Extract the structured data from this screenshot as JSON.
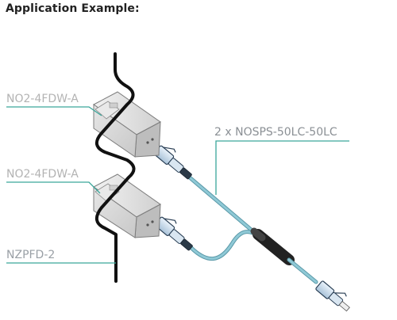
{
  "heading": "Application Example:",
  "labels": {
    "adapter_top": "NO2-4FDW-A",
    "adapter_bottom": "NO2-4FDW-A",
    "panel": "NZPFD-2",
    "cable": "2 x NOSPS-50LC-50LC"
  },
  "colors": {
    "adapter_label": "#b3b3b3",
    "panel_label": "#9aa0a6",
    "cable_label": "#8a8f94",
    "leader_line": "#3aa69a",
    "fiber": "#8fc9d6",
    "fiber_edge": "#5b99a8",
    "cable_sleeve": "#222222",
    "panel_wire": "#111111",
    "module_face": "#d9d9d9",
    "module_side": "#c2c2c2"
  }
}
